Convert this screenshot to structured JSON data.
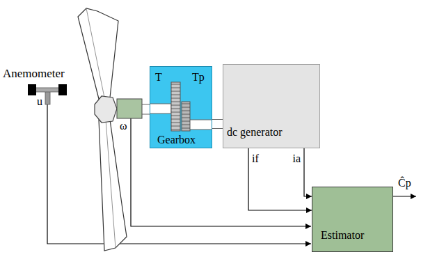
{
  "diagram": {
    "nodes": [
      {
        "text": [
          "T",
          "Tp",
          "Gearbox"
        ]
      },
      {
        "text": [
          "dc generator"
        ]
      },
      {
        "text": [
          "Estimator"
        ]
      }
    ],
    "edges": [
      {
        "from": 0,
        "to": 1,
        "arrow": "none"
      },
      {
        "from": 1,
        "to": 2,
        "label": "if",
        "arrow": "to"
      },
      {
        "from": 1,
        "to": 2,
        "label": "ia",
        "arrow": "to"
      }
    ],
    "labels": [
      "Anemometer",
      "u",
      "ω",
      "Ĉp"
    ]
  }
}
